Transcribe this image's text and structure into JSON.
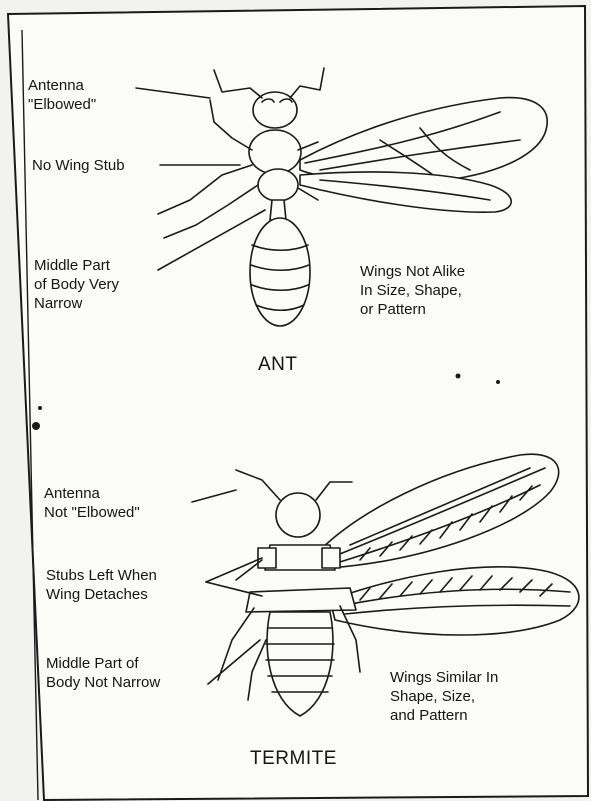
{
  "ant": {
    "title": "ANT",
    "labels": {
      "antenna": [
        "Antenna",
        "\"Elbowed\""
      ],
      "wing_stub": [
        "No Wing Stub"
      ],
      "middle": [
        "Middle Part",
        "of Body Very",
        "Narrow"
      ],
      "wings": [
        "Wings Not Alike",
        "In Size, Shape,",
        "or Pattern"
      ]
    }
  },
  "termite": {
    "title": "TERMITE",
    "labels": {
      "antenna": [
        "Antenna",
        "Not \"Elbowed\""
      ],
      "stubs": [
        "Stubs Left When",
        "Wing Detaches"
      ],
      "middle": [
        "Middle Part of",
        "Body Not Narrow"
      ],
      "wings": [
        "Wings Similar In",
        "Shape, Size,",
        "and Pattern"
      ]
    }
  }
}
